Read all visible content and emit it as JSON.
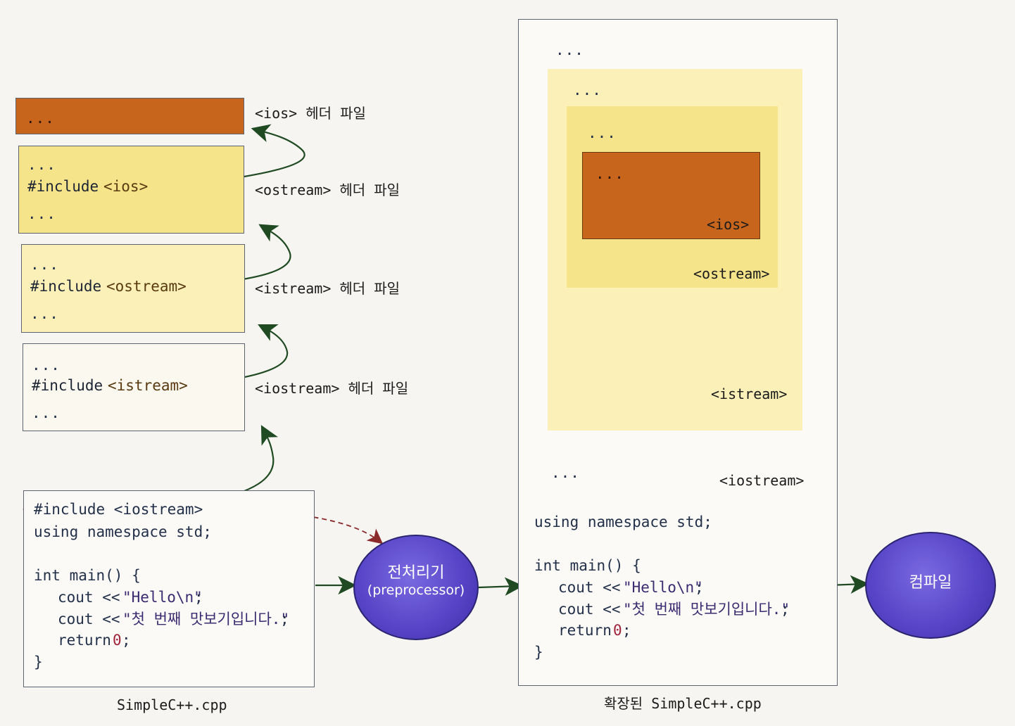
{
  "headers": {
    "ios": {
      "dots": "...",
      "label": "<ios> 헤더 파일"
    },
    "ostream": {
      "dots1": "...",
      "include_kw": "#include",
      "include_hdr": "<ios>",
      "dots2": "...",
      "label": "<ostream> 헤더 파일"
    },
    "istream": {
      "dots1": "...",
      "include_kw": "#include",
      "include_hdr": "<ostream>",
      "dots2": "...",
      "label": "<istream> 헤더 파일"
    },
    "iostream": {
      "dots1": "...",
      "include_kw": "#include",
      "include_hdr": "<istream>",
      "dots2": "...",
      "label": "<iostream> 헤더 파일"
    }
  },
  "source": {
    "line1": "#include <iostream>",
    "line2": "using namespace std;",
    "line3": "int main() {",
    "line4a": "cout << ",
    "line4b": "\"Hello\\n\"",
    "line4c": ";",
    "line5a": "cout << ",
    "line5b": "\"첫 번째 맛보기입니다.\"",
    "line5c": ";",
    "line6a": "return ",
    "line6b": "0",
    "line6c": ";",
    "line7": "}",
    "caption": "SimpleC++.cpp"
  },
  "preprocessor": {
    "line1": "전처리기",
    "line2": "(preprocessor)"
  },
  "compile": {
    "label": "컴파일"
  },
  "expanded": {
    "dots_top": "...",
    "dots_istream": "...",
    "dots_ostream": "...",
    "dots_ios": "...",
    "label_ios": "<ios>",
    "label_ostream": "<ostream>",
    "label_istream": "<istream>",
    "dots_iostream": "...",
    "label_iostream": "<iostream>",
    "line2": "using namespace std;",
    "line3": "int main() {",
    "line4a": "cout << ",
    "line4b": "\"Hello\\n\"",
    "line4c": ";",
    "line5a": "cout << ",
    "line5b": "\"첫 번째 맛보기입니다.\"",
    "line5c": ";",
    "line6a": "return ",
    "line6b": "0",
    "line6c": ";",
    "line7": "}",
    "caption": "확장된 SimpleC++.cpp"
  },
  "colors": {
    "ios": "#c8651c",
    "ostream": "#f5e48a",
    "istream": "#fbf1b8",
    "iostream": "#fbf8ef",
    "arrow": "#1f4a22",
    "dashed": "#8a2a2a",
    "highlight_ring": "#8a1f4a",
    "ellipse": "#5845c8"
  }
}
